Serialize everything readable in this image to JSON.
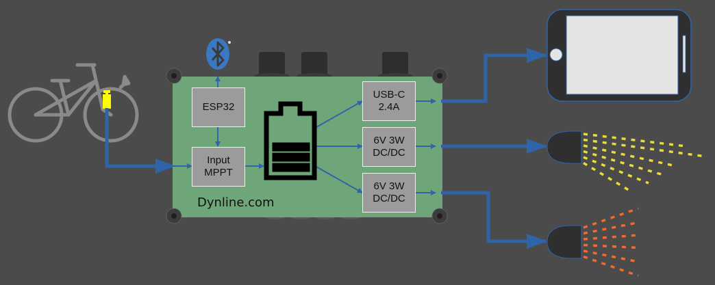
{
  "diagram": {
    "title": "Dynline bicycle dynamo power hub",
    "brand_label": "Dynline.com",
    "blocks": {
      "esp32": "ESP32",
      "input_mppt": "Input\nMPPT",
      "usb_c": "USB-C\n2.4A",
      "dcdc_front": "6V 3W\nDC/DC",
      "dcdc_rear": "6V 3W\nDC/DC"
    },
    "battery": {
      "filled_bars": 3,
      "total_bars": 6
    },
    "icons": [
      "bicycle-icon",
      "dynamo-icon",
      "bluetooth-icon",
      "battery-icon",
      "smartphone-icon",
      "front-light-icon",
      "rear-light-icon"
    ],
    "colors": {
      "background": "#4a4b4a",
      "board": "#6ea67a",
      "arrow": "#2f64a8",
      "block": "#9b9b9b",
      "front_light_beam": "#e8dc3c",
      "rear_light_beam": "#f26a2e",
      "dynamo": "#ffff00",
      "bluetooth": "#3b78c4"
    }
  }
}
